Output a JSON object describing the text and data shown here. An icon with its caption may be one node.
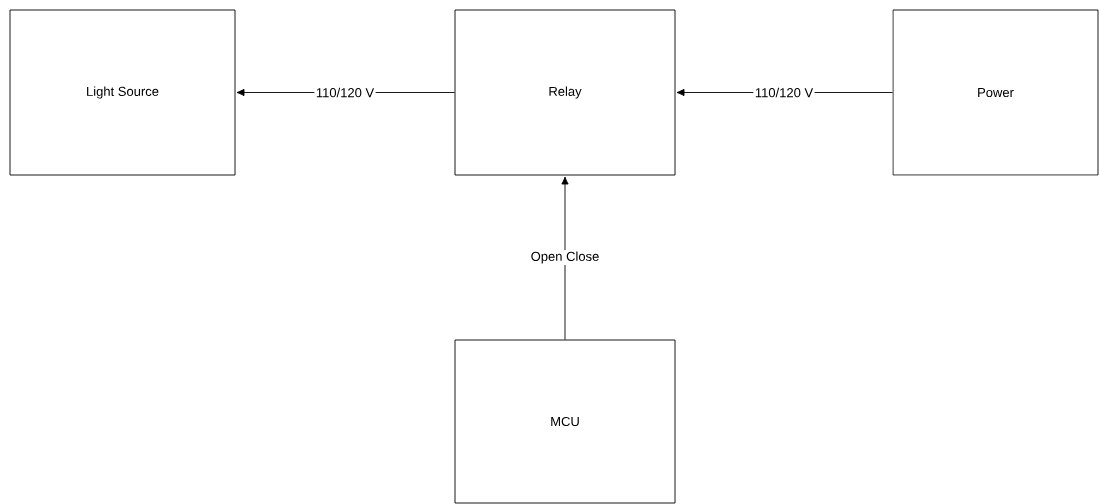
{
  "diagram": {
    "nodes": [
      {
        "text": [
          "Light Source"
        ]
      },
      {
        "text": [
          "Relay"
        ]
      },
      {
        "text": [
          "Power"
        ]
      },
      {
        "text": [
          "MCU"
        ]
      }
    ],
    "edges": [
      {
        "from": 1,
        "to": 0,
        "arrow": "to",
        "label": "110/120 V"
      },
      {
        "from": 2,
        "to": 1,
        "arrow": "to",
        "label": "110/120 V"
      },
      {
        "from": 3,
        "to": 1,
        "arrow": "to",
        "label": "Open Close"
      }
    ]
  }
}
